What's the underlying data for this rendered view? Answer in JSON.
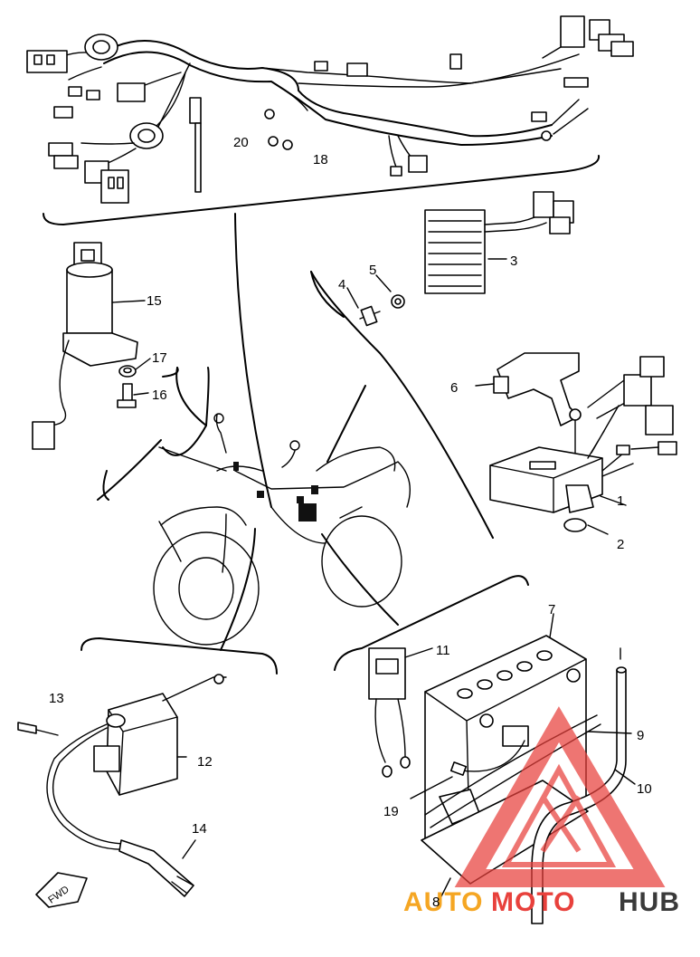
{
  "watermark": {
    "text_a": "AUTO",
    "text_b": "MOTO",
    "text_c": "HUB",
    "color_orange": "#f5a623",
    "color_red": "#e8413c",
    "color_dark": "#3a3a3a"
  },
  "callouts": {
    "c1": "1",
    "c2": "2",
    "c3": "3",
    "c4": "4",
    "c5": "5",
    "c6": "6",
    "c7": "7",
    "c8": "8",
    "c9": "9",
    "c10": "10",
    "c11": "11",
    "c12": "12",
    "c13": "13",
    "c14": "14",
    "c15": "15",
    "c16": "16",
    "c17": "17",
    "c18": "18",
    "c19": "19",
    "c20": "20"
  },
  "fwd_label": "FWD"
}
